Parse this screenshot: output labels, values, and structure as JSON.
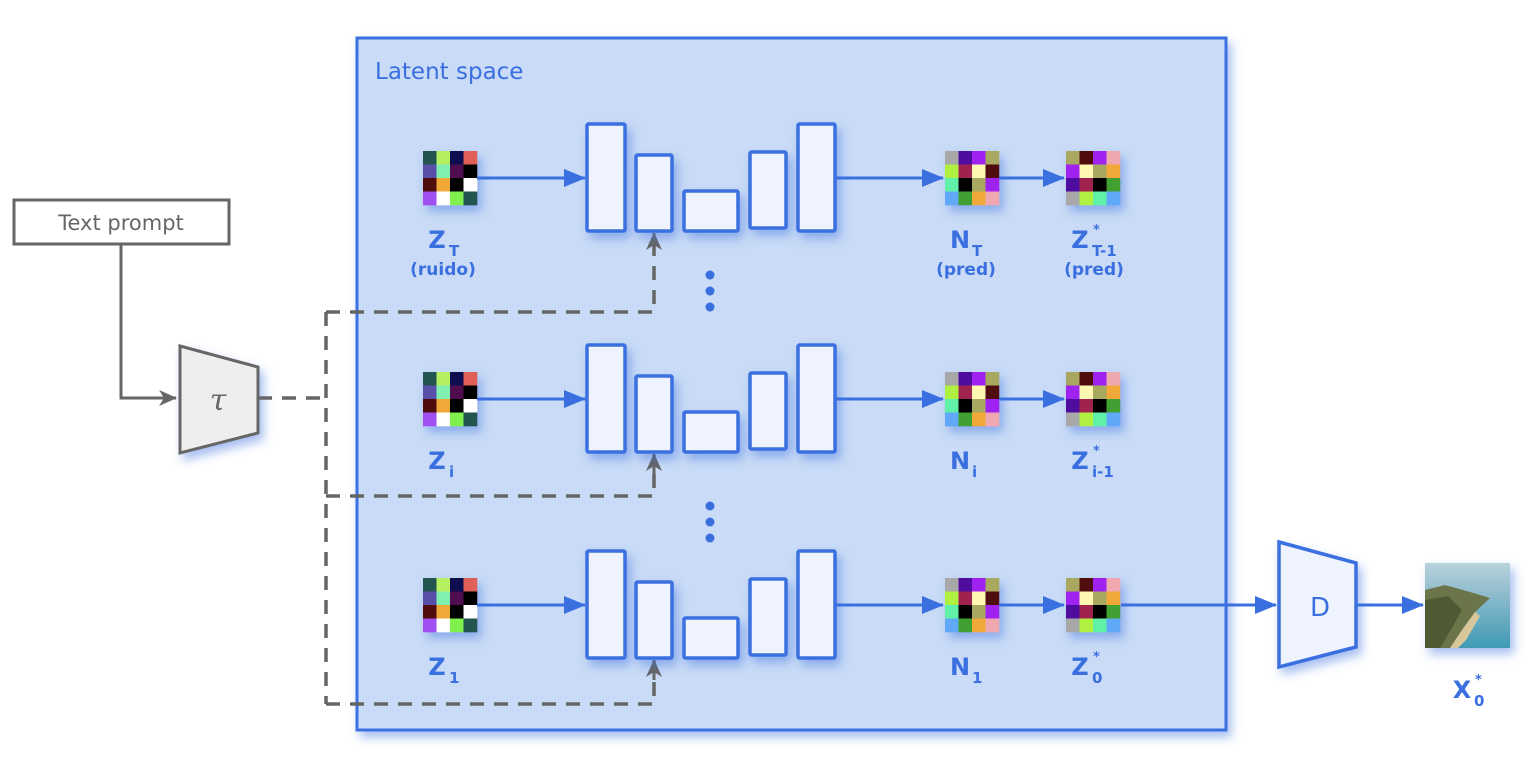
{
  "title": "Latent space",
  "colors": {
    "accent": "#3a6fe0",
    "panel_fill": "#c9dbf6",
    "block_fill": "#eef3fd",
    "gray": "#666666",
    "encoder_fill": "#eeeeee"
  },
  "text_prompt": {
    "label": "Text prompt"
  },
  "encoder": {
    "label": "τ"
  },
  "decoder": {
    "label": "D"
  },
  "rows": [
    {
      "input": {
        "main": "Z",
        "sub": "T",
        "sup": "",
        "note": "(ruido)"
      },
      "noise": {
        "main": "N",
        "sub": "T",
        "sup": "",
        "note": "(pred)"
      },
      "output": {
        "main": "Z",
        "sub": "T-1",
        "sup": "*",
        "note": "(pred)"
      }
    },
    {
      "input": {
        "main": "Z",
        "sub": "i",
        "sup": "",
        "note": ""
      },
      "noise": {
        "main": "N",
        "sub": "i",
        "sup": "",
        "note": ""
      },
      "output": {
        "main": "Z",
        "sub": "i-1",
        "sup": "*",
        "note": ""
      }
    },
    {
      "input": {
        "main": "Z",
        "sub": "1",
        "sup": "",
        "note": ""
      },
      "noise": {
        "main": "N",
        "sub": "1",
        "sup": "",
        "note": ""
      },
      "output": {
        "main": "Z",
        "sub": "0",
        "sup": "*",
        "note": ""
      }
    }
  ],
  "final_image": {
    "main": "X",
    "sub": "0",
    "sup": "*",
    "icon": "landscape-image-icon"
  },
  "latent_palette": [
    [
      "#245450",
      "#b4f060",
      "#0a0a50",
      "#e06058"
    ],
    [
      "#5850a8",
      "#80f0b0",
      "#501050",
      "#000000"
    ],
    [
      "#500a0a",
      "#f0a838",
      "#000000",
      "#ffffff"
    ],
    [
      "#a050f0",
      "#ffffff",
      "#80f050",
      "#245450"
    ]
  ],
  "noise_palette": [
    [
      "#a8a8a8",
      "#5010a0",
      "#a020f0",
      "#a8a860"
    ],
    [
      "#b0f040",
      "#a02050",
      "#fff8b0",
      "#500a0a"
    ],
    [
      "#60f0a8",
      "#000000",
      "#a8a860",
      "#a020f0"
    ],
    [
      "#60a8f8",
      "#40a030",
      "#f0a838",
      "#f0a8b0"
    ]
  ],
  "output_palette": [
    [
      "#a8a860",
      "#500a0a",
      "#a020f0",
      "#f0a8b0"
    ],
    [
      "#a020f0",
      "#fff8b0",
      "#a8a860",
      "#f0a838"
    ],
    [
      "#5010a0",
      "#a02050",
      "#000000",
      "#40a030"
    ],
    [
      "#a8a8a8",
      "#b0f040",
      "#60f0a8",
      "#60a8f8"
    ]
  ]
}
